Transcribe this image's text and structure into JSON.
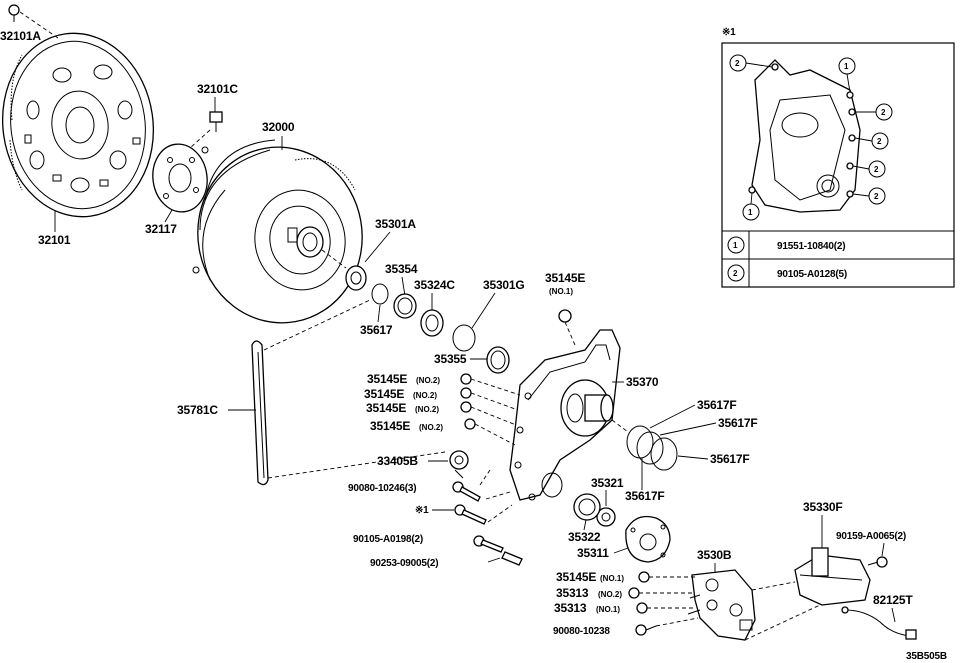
{
  "labels": {
    "l32101A": "32101A",
    "l32101": "32101",
    "l32101C": "32101C",
    "l32117": "32117",
    "l32000": "32000",
    "l35301A": "35301A",
    "l35354": "35354",
    "l35617": "35617",
    "l35324C": "35324C",
    "l35301G": "35301G",
    "l35145E_top": "35145E",
    "l35145E_top_sub": "(NO.1)",
    "l35355": "35355",
    "l35370": "35370",
    "l35781C": "35781C",
    "l35145E_a": "35145E",
    "l35145E_a_sub": "(NO.2)",
    "l35145E_b": "35145E",
    "l35145E_b_sub": "(NO.2)",
    "l35145E_c": "35145E",
    "l35145E_c_sub": "(NO.2)",
    "l35145E_d": "35145E",
    "l35145E_d_sub": "(NO.2)",
    "l35617F_a": "35617F",
    "l35617F_b": "35617F",
    "l35617F_c": "35617F",
    "l35617F_d": "35617F",
    "l33405B": "33405B",
    "l90080_10246": "90080-10246(3)",
    "l_star1": "※1",
    "l35321": "35321",
    "l35322": "35322",
    "l35311": "35311",
    "l90105_A0198": "90105-A0198(2)",
    "l90253_09005": "90253-09005(2)",
    "l3530B": "3530B",
    "l35330F": "35330F",
    "l90159_A0065": "90159-A0065(2)",
    "l35145E_e": "35145E",
    "l35145E_e_sub": "(NO.1)",
    "l35313_a": "35313",
    "l35313_a_sub": "(NO.2)",
    "l35313_b": "35313",
    "l35313_b_sub": "(NO.1)",
    "l90080_10238": "90080-10238",
    "l82125T": "82125T",
    "code": "35B505B"
  },
  "inset": {
    "title": "※1",
    "callout_1": "1",
    "callout_2": "2",
    "table": [
      {
        "key": "1",
        "part": "91551-10840(2)"
      },
      {
        "key": "2",
        "part": "90105-A0128(5)"
      }
    ]
  }
}
